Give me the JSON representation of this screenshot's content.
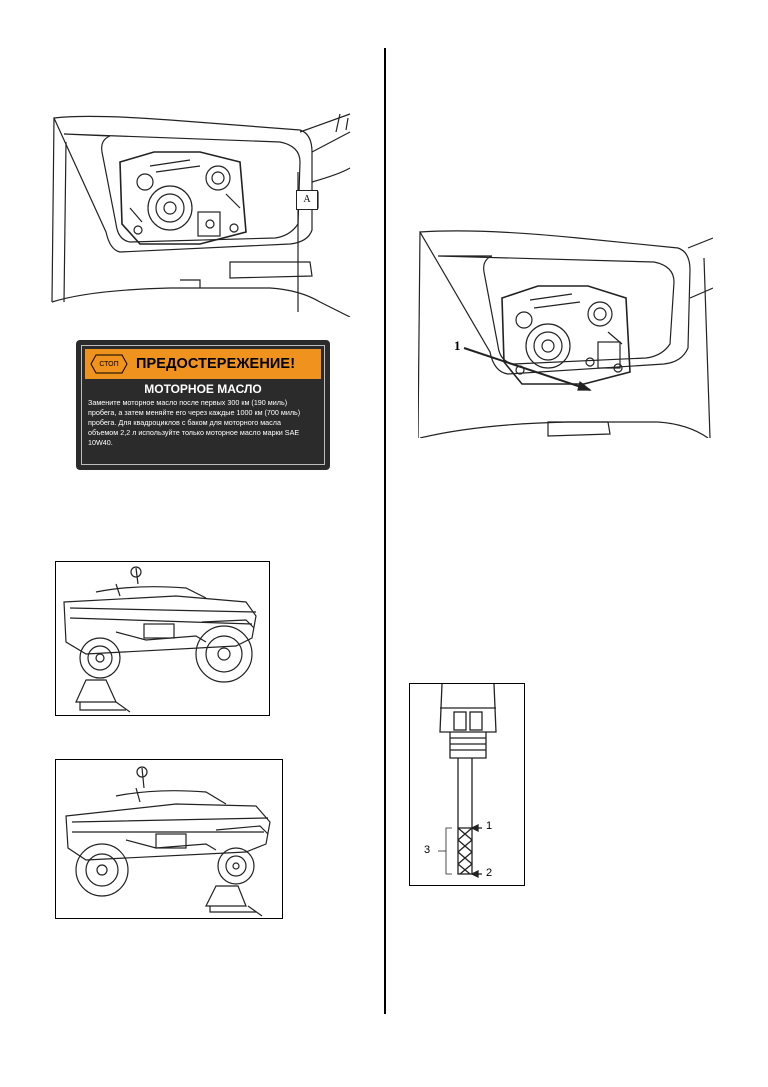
{
  "engine_figure_left": {
    "label_a": "A"
  },
  "warning_label": {
    "stop_badge": "СТОП",
    "title": "ПРЕДОСТЕРЕЖЕНИЕ!",
    "subtitle": "МОТОРНОЕ МАСЛО",
    "body_lines": [
      "Замените моторное масло после первых 300 км (190 миль)",
      "пробега, а затем меняйте его через каждые 1000 км (700 миль)",
      "пробега. Для квадроциклов с баком для моторного масла",
      "объемом 2,2 л используйте только моторное масло марки SAE",
      "10W40."
    ],
    "colors": {
      "header": "#f0921e",
      "background": "#2b2b2b",
      "text": "#ffffff"
    }
  },
  "engine_figure_right": {
    "callout_1": "1"
  },
  "dipstick_figure": {
    "mark_1": "1",
    "mark_2": "2",
    "mark_3": "3"
  }
}
